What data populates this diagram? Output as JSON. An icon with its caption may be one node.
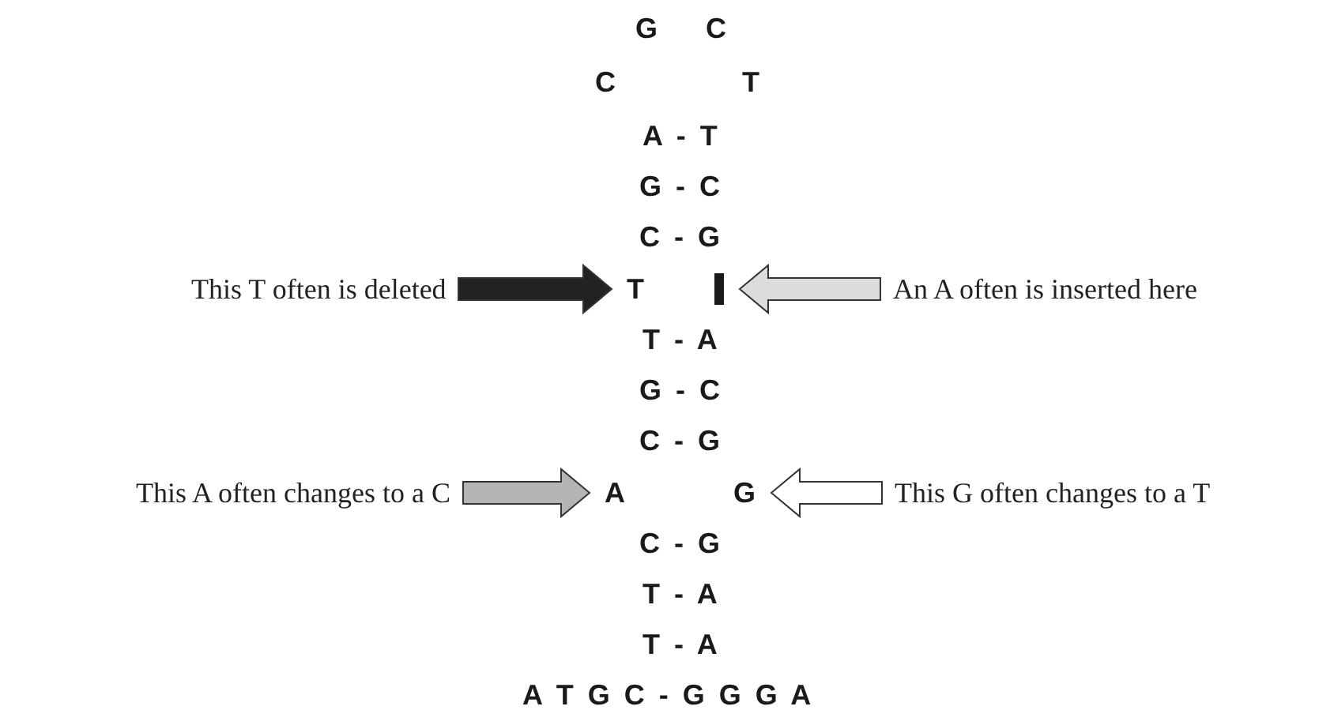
{
  "diagram": {
    "nodes": [
      {
        "text": [
          "This T often is deleted"
        ]
      },
      {
        "text": [
          "T"
        ]
      },
      {
        "text": [
          "An A often is inserted here"
        ]
      },
      {
        "text": [],
        "shape": "bar"
      },
      {
        "text": [
          "This A often changes to a C"
        ]
      },
      {
        "text": [
          "A"
        ]
      },
      {
        "text": [
          "This G often changes to a T"
        ]
      },
      {
        "text": [
          "G"
        ]
      }
    ],
    "edges": [
      {
        "from": 0,
        "to": 1,
        "arrow": "to",
        "color": "#222222"
      },
      {
        "from": 2,
        "to": 3,
        "arrow": "to",
        "color": "#dcdcdc"
      },
      {
        "from": 4,
        "to": 5,
        "arrow": "to",
        "color": "#b4b4b4"
      },
      {
        "from": 6,
        "to": 7,
        "arrow": "to",
        "color": "#ffffff"
      }
    ],
    "labels": [
      "G",
      "C",
      "C",
      "T",
      "A - T",
      "G - C",
      "C - G",
      "T - A",
      "G - C",
      "C - G",
      "C - G",
      "T - A",
      "T - A",
      "A T G C - G G G A"
    ]
  }
}
